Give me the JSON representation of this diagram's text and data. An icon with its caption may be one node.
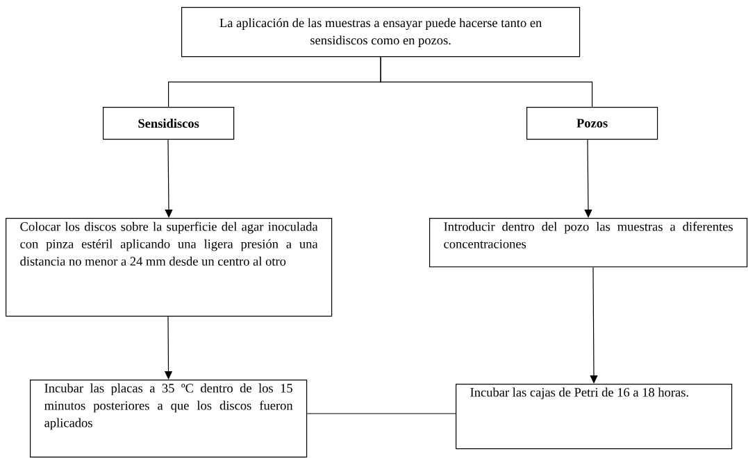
{
  "diagram": {
    "nodes": [
      {
        "text": [
          "La aplicación de las muestras a ensayar puede hacerse tanto en sensidiscos como en pozos."
        ]
      },
      {
        "text": [
          "Sensidiscos"
        ]
      },
      {
        "text": [
          "Pozos"
        ]
      },
      {
        "text": [
          "Colocar los discos sobre la superficie del agar inoculada con pinza estéril aplicando una ligera presión a una distancia no menor a 24 mm desde un centro al otro"
        ]
      },
      {
        "text": [
          "Introducir dentro del pozo las muestras a diferentes concentraciones"
        ]
      },
      {
        "text": [
          "Incubar las placas a 35 ºC dentro de los 15 minutos posteriores a que los discos fueron aplicados"
        ]
      },
      {
        "text": [
          "Incubar las cajas de Petri de 16 a 18 horas."
        ]
      }
    ],
    "edges": [
      {
        "from": 0,
        "to": 1,
        "arrow": "none"
      },
      {
        "from": 0,
        "to": 2,
        "arrow": "none"
      },
      {
        "from": 1,
        "to": 3,
        "arrow": "to"
      },
      {
        "from": 2,
        "to": 4,
        "arrow": "to"
      },
      {
        "from": 3,
        "to": 5,
        "arrow": "to"
      },
      {
        "from": 4,
        "to": 6,
        "arrow": "to"
      },
      {
        "from": 5,
        "to": 6,
        "arrow": "none"
      }
    ]
  }
}
